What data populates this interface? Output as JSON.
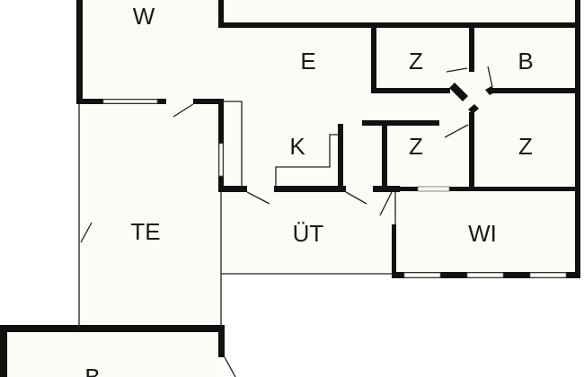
{
  "title": "Floor plan",
  "rooms": [
    {
      "id": "w",
      "label": "W"
    },
    {
      "id": "e",
      "label": "E"
    },
    {
      "id": "z1",
      "label": "Z"
    },
    {
      "id": "b1",
      "label": "B"
    },
    {
      "id": "k",
      "label": "K"
    },
    {
      "id": "z2",
      "label": "Z"
    },
    {
      "id": "z3",
      "label": "Z"
    },
    {
      "id": "te",
      "label": "TE"
    },
    {
      "id": "ut",
      "label": "ÜT"
    },
    {
      "id": "wi",
      "label": "WI"
    },
    {
      "id": "b2",
      "label": "B"
    }
  ],
  "colors": {
    "wall": "#111111",
    "floor": "#fcfcf6",
    "background": "#ffffff"
  }
}
